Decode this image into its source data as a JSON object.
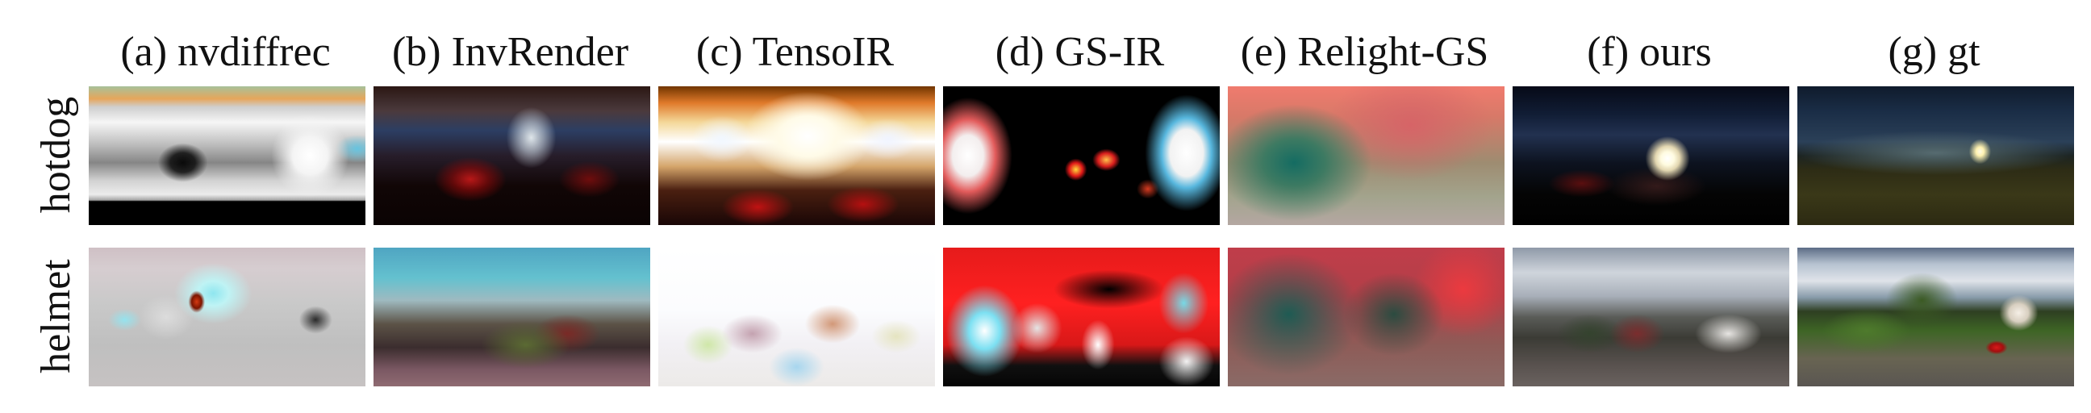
{
  "columns": [
    "(a) nvdiffrec",
    "(b) InvRender",
    "(c) TensoIR",
    "(d) GS-IR",
    "(e) Relight-GS",
    "(f) ours",
    "(g) gt"
  ],
  "rows": [
    "hotdog",
    "helmet"
  ]
}
